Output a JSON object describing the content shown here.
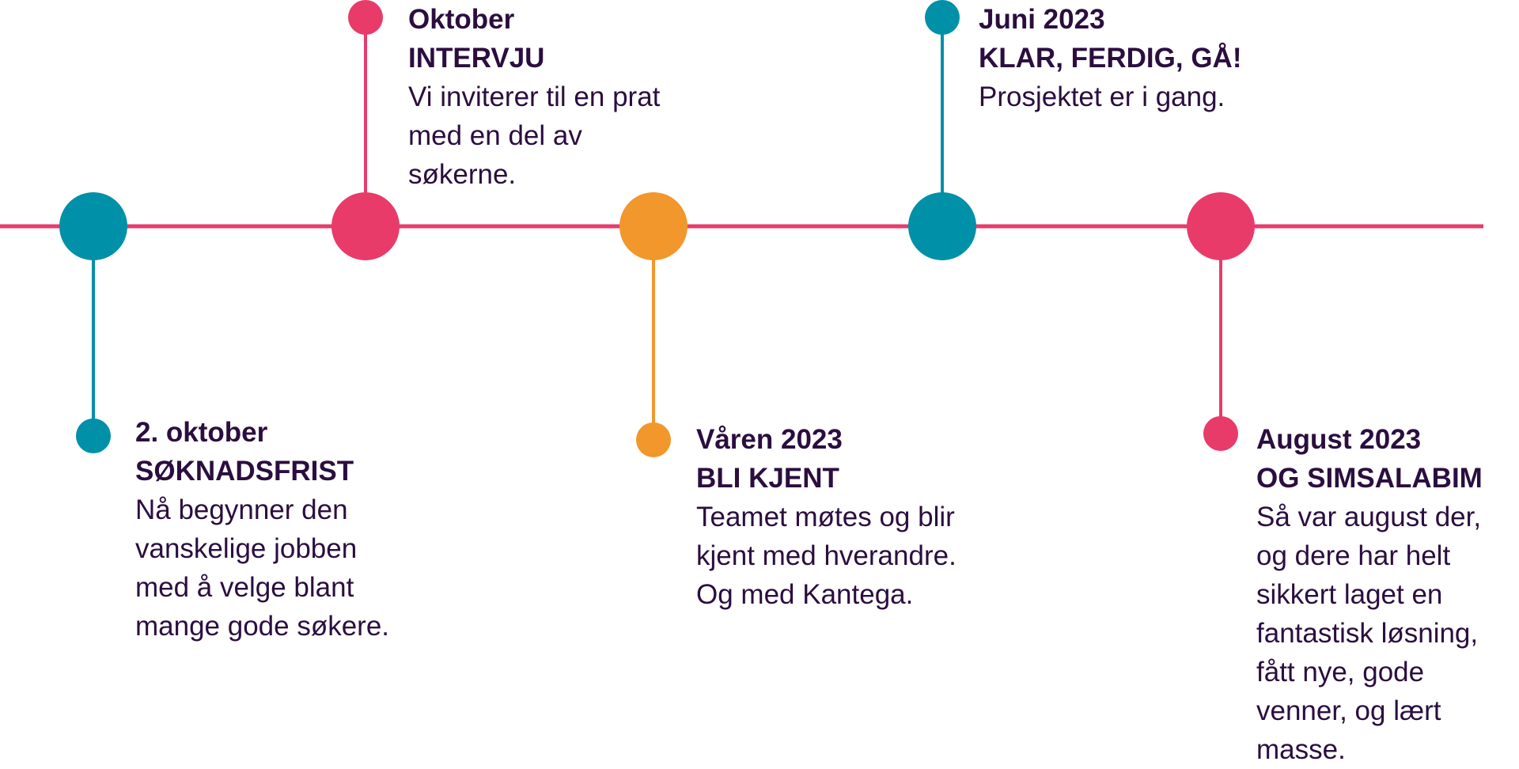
{
  "colors": {
    "pink": "#e83b6a",
    "teal": "#0090a8",
    "orange": "#f2972b",
    "text": "#2b0e3f",
    "line": "#e83b6a"
  },
  "events": [
    {
      "date": "2. oktober",
      "heading": "SØKNADSFRIST",
      "description": "Nå begynner den vanskelige jobben med å velge blant mange gode søkere.",
      "color": "teal",
      "side": "below"
    },
    {
      "date": "Oktober",
      "heading": "INTERVJU",
      "description": "Vi inviterer til en prat med en del av søkerne.",
      "color": "pink",
      "side": "above"
    },
    {
      "date": "Våren 2023",
      "heading": "BLI KJENT",
      "description": "Teamet møtes og blir kjent med hverandre. Og med Kantega.",
      "color": "orange",
      "side": "below"
    },
    {
      "date": "Juni 2023",
      "heading": "KLAR, FERDIG, GÅ!",
      "description": "Prosjektet er i gang.",
      "color": "teal",
      "side": "above"
    },
    {
      "date": "August 2023",
      "heading": "OG SIMSALABIM",
      "description": "Så var august der, og dere har helt sikkert laget en fantastisk løsning, fått nye, gode venner, og lært masse.",
      "color": "pink",
      "side": "below"
    }
  ]
}
